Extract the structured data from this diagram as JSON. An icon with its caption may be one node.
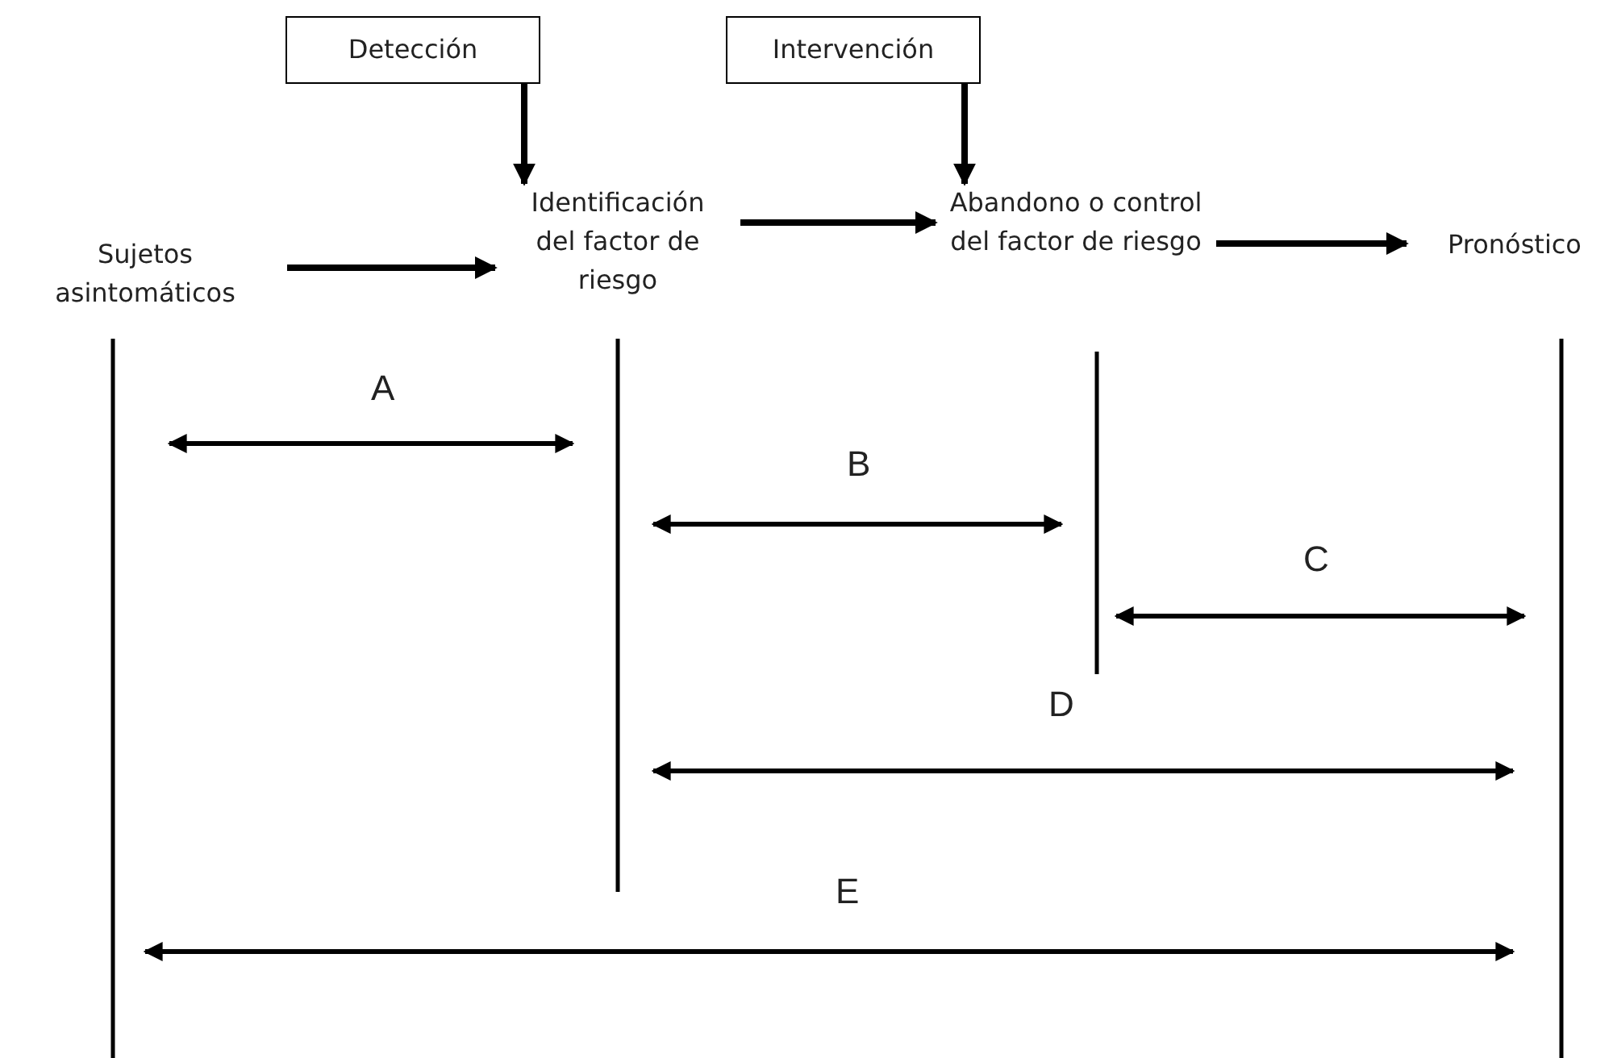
{
  "diagram": {
    "nodes": [
      {
        "text": [
          "Detección"
        ]
      },
      {
        "text": [
          "Intervención"
        ]
      },
      {
        "text": [
          "Sujetos asintomáticos"
        ]
      },
      {
        "text": [
          "Identificación del factor de riesgo"
        ]
      },
      {
        "text": [
          "Abandono o control del factor de riesgo"
        ]
      },
      {
        "text": [
          "Pronóstico"
        ]
      }
    ],
    "edges": [
      {
        "from": 0,
        "to": 3,
        "arrow": "to"
      },
      {
        "from": 1,
        "to": 4,
        "arrow": "to"
      },
      {
        "from": 2,
        "to": 3,
        "arrow": "to"
      },
      {
        "from": 3,
        "to": 4,
        "arrow": "to"
      },
      {
        "from": 4,
        "to": 5,
        "arrow": "to"
      }
    ],
    "labels": [
      "A",
      "B",
      "C",
      "D",
      "E"
    ]
  }
}
